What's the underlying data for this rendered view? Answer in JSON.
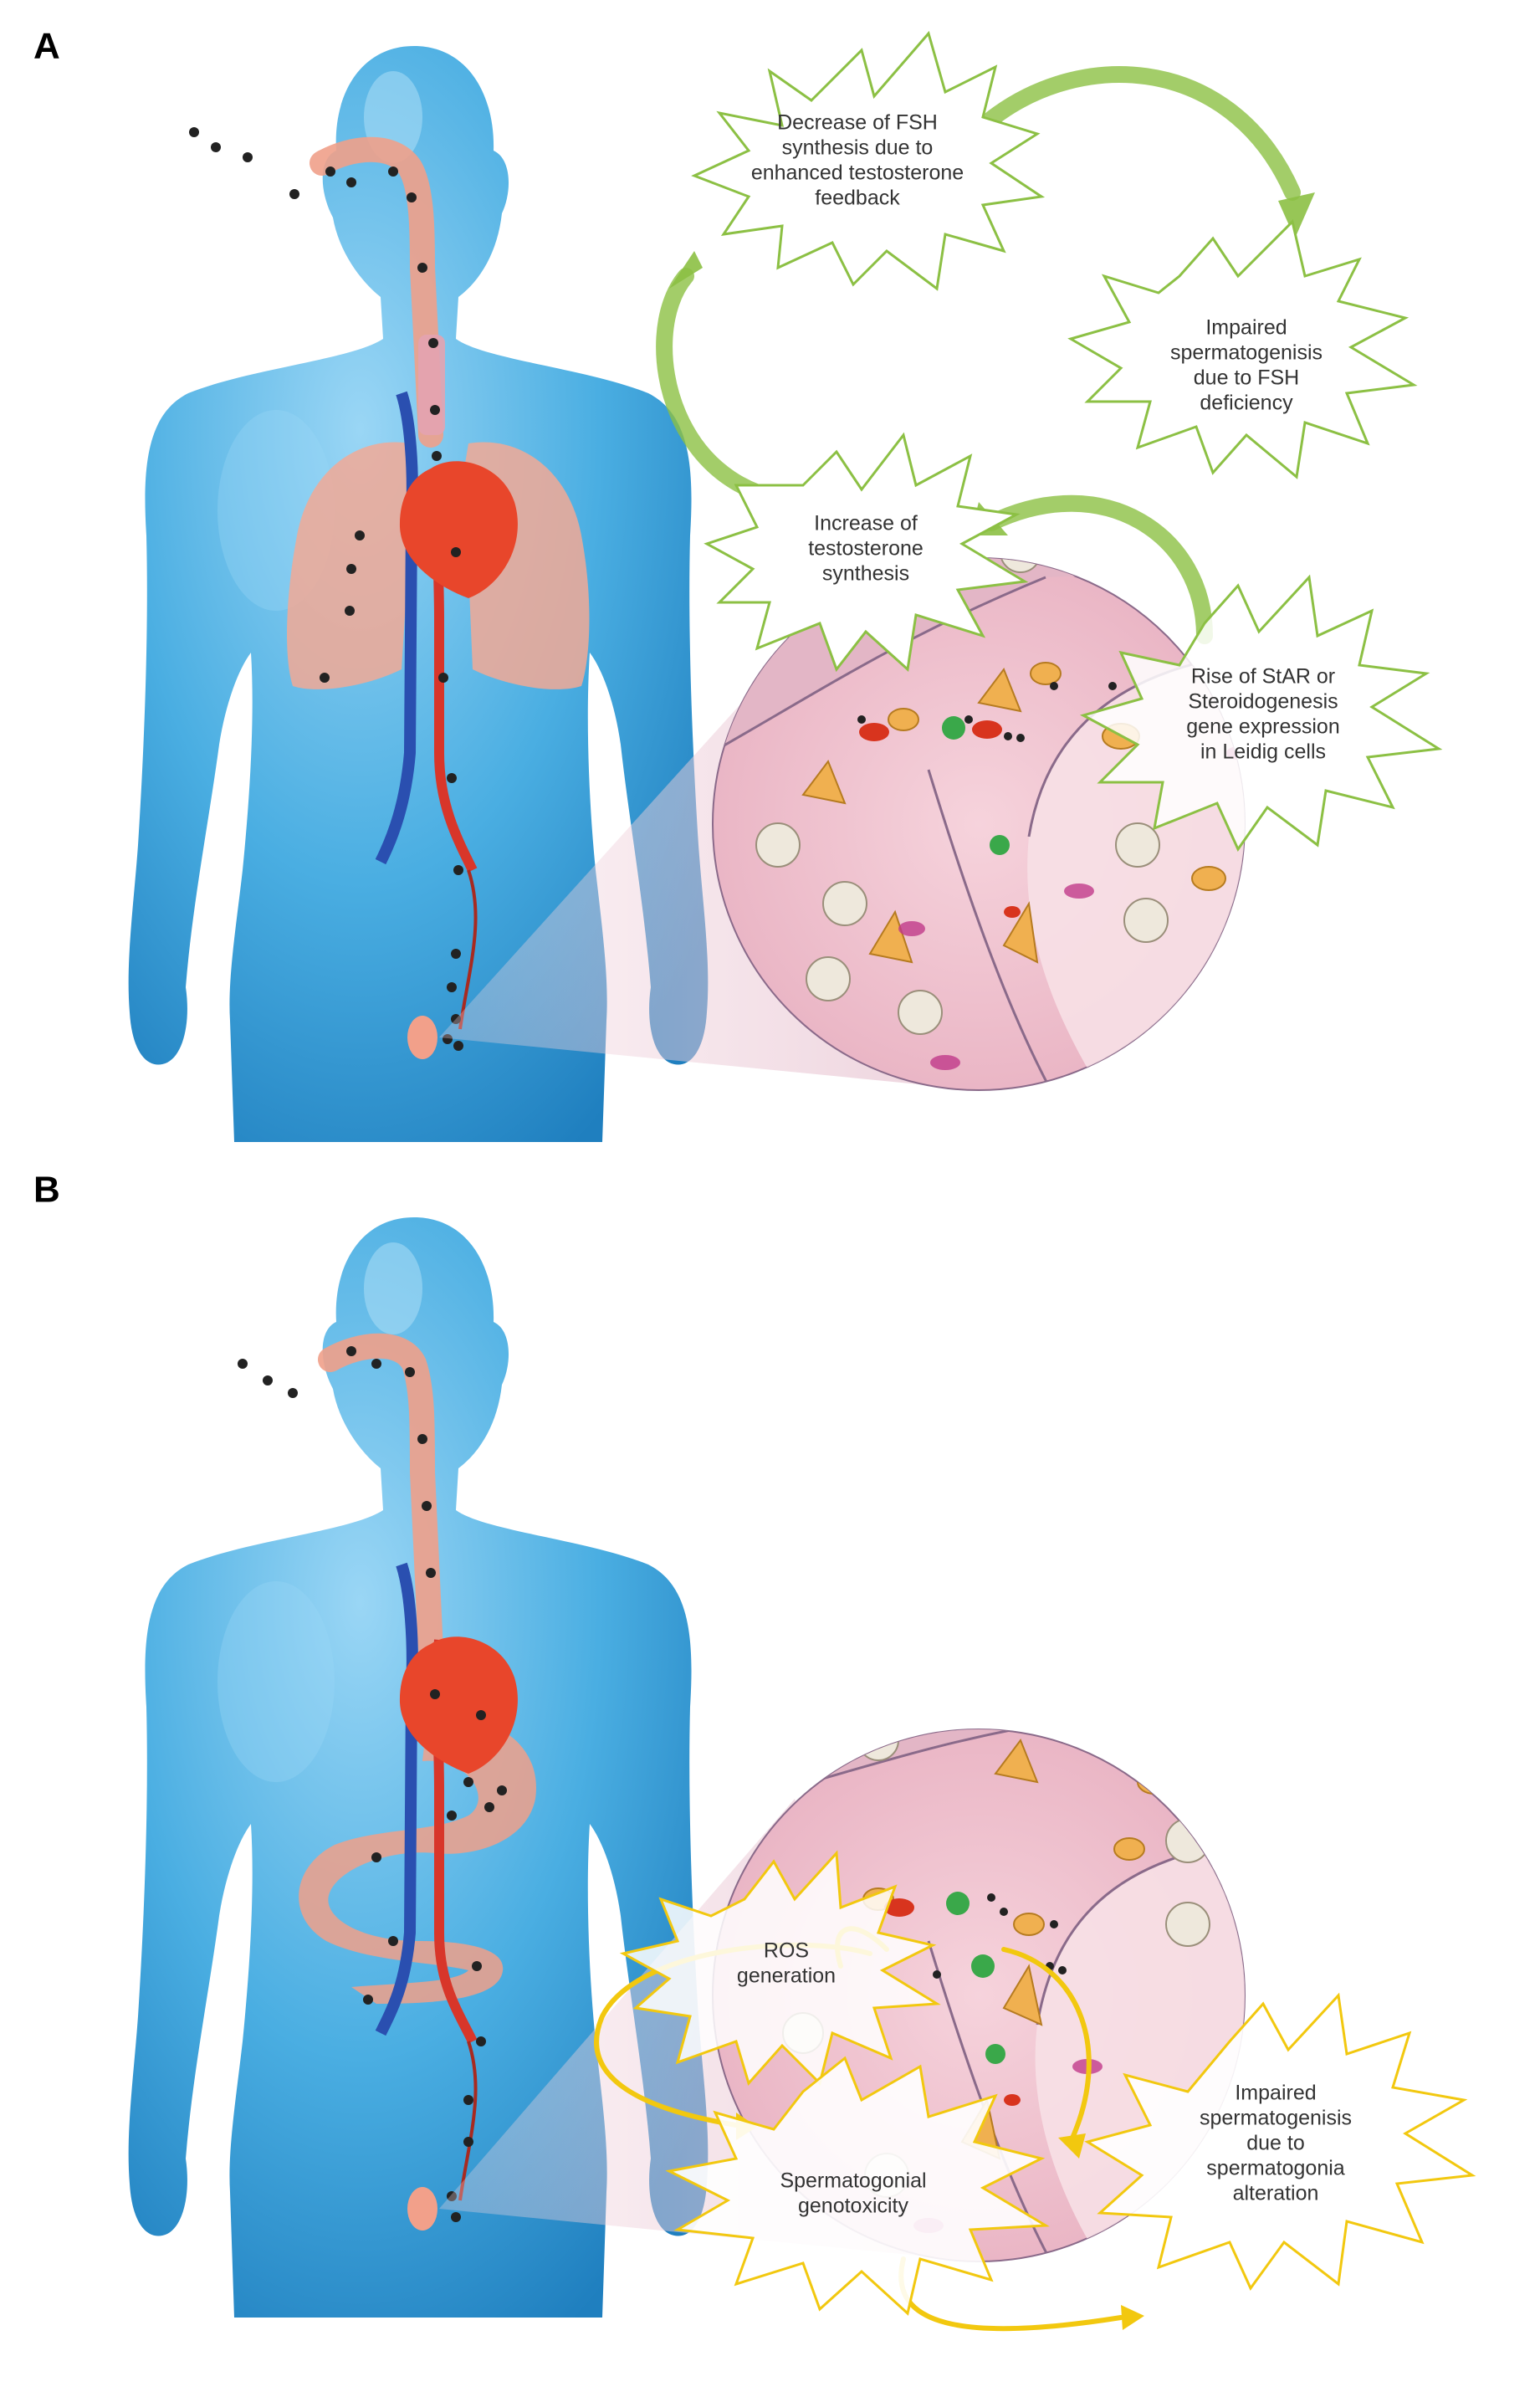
{
  "panels": [
    {
      "letter": "A",
      "bursts": [
        {
          "lines": [
            "Decrease of FSH",
            "synthesis due to",
            "enhanced testosterone",
            "feedback"
          ]
        },
        {
          "lines": [
            "Impaired",
            "spermatogenisis",
            "due to FSH",
            "deficiency"
          ]
        },
        {
          "lines": [
            "Increase of",
            "testosterone",
            "synthesis"
          ]
        },
        {
          "lines": [
            "Rise of StAR or",
            "Steroidogenesis",
            "gene expression",
            "in Leidig cells"
          ]
        }
      ]
    },
    {
      "letter": "B",
      "bursts": [
        {
          "lines": [
            "ROS",
            "generation"
          ]
        },
        {
          "lines": [
            "Spermatogonial",
            "genotoxicity"
          ]
        },
        {
          "lines": [
            "Impaired",
            "spermatogenisis",
            "due to",
            "spermatogonia",
            "alteration"
          ]
        }
      ]
    }
  ],
  "colors": {
    "body": "#3fa3dc",
    "body_highlight": "#8fd0f3",
    "organ": "#f0a08a",
    "heart": "#e8462b",
    "artery": "#d8362a",
    "vein": "#2a4fb0",
    "tissue": "#f2c6d2",
    "panel_a_burst": "#8cc044",
    "panel_b_burst": "#f2c80f",
    "particle": "#222222"
  }
}
